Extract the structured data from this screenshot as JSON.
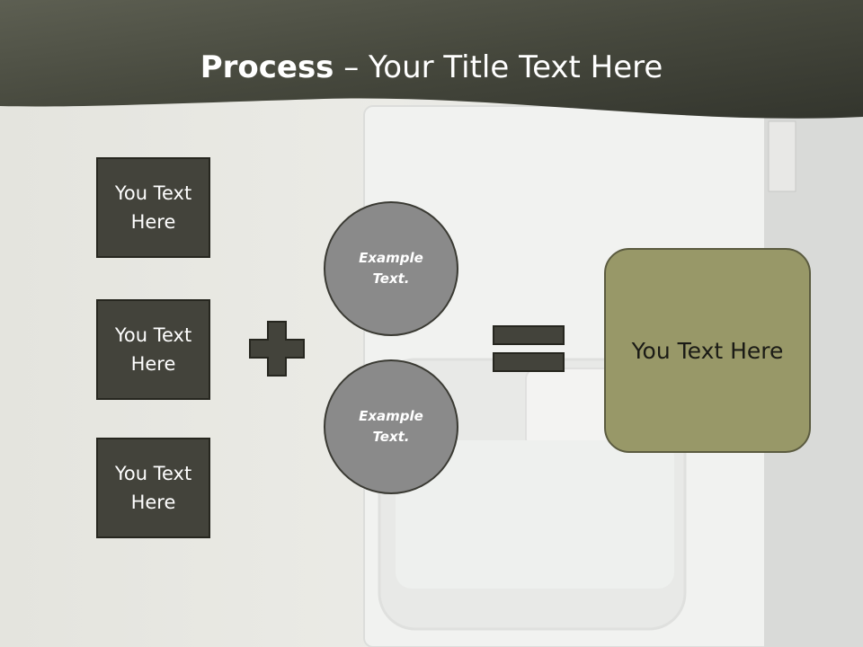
{
  "slide": {
    "title_bold": "Process",
    "title_rest": " – Your Title Text Here"
  },
  "inputs": [
    {
      "label": "You Text Here"
    },
    {
      "label": "You Text Here"
    },
    {
      "label": "You Text Here"
    }
  ],
  "operands": [
    {
      "label": "Example Text."
    },
    {
      "label": "Example Text."
    }
  ],
  "result": {
    "label": "You Text Here"
  },
  "colors": {
    "header": "#45473c",
    "box_fill": "#43433b",
    "circle_fill": "#8a8a8a",
    "result_fill": "#989868",
    "operator_fill": "#43433b"
  },
  "icons": {
    "plus": "plus-icon",
    "equals": "equals-icon"
  }
}
